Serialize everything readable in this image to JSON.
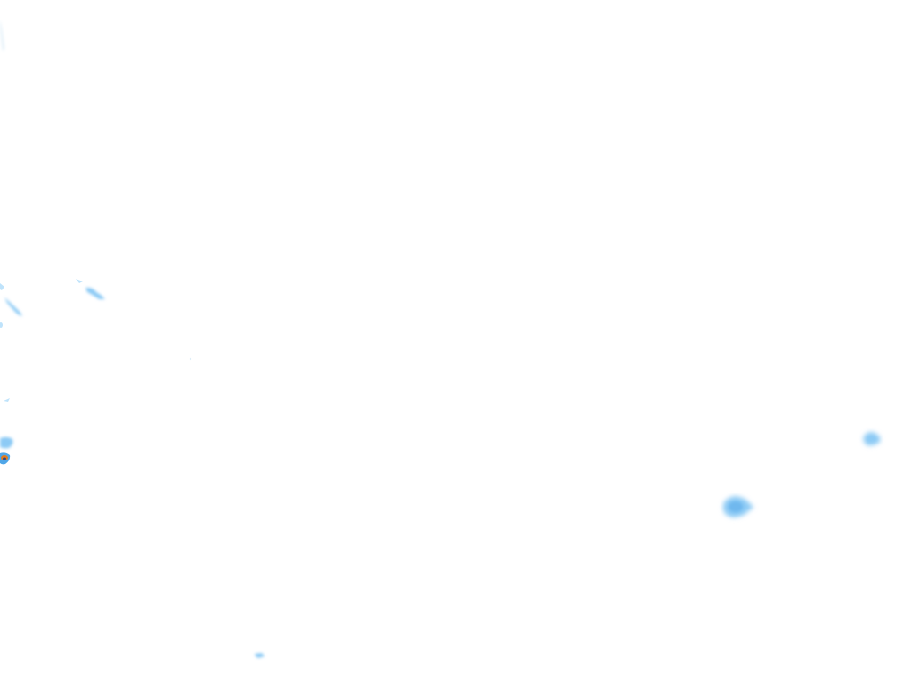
{
  "map": {
    "background_color": "#ffffff",
    "colors": {
      "light_precip": "#bfe3fb",
      "medium_precip": "#8ccaf5",
      "heavy_precip": "#4fa6e8",
      "intense_precip": "#e07b1f",
      "core": "#2a4a8a"
    },
    "cells": [
      {
        "name": "echo-top-left-edge",
        "intensity": "light"
      },
      {
        "name": "echo-northwest-streak",
        "intensity": "light"
      },
      {
        "name": "echo-west-band",
        "intensity": "light"
      },
      {
        "name": "echo-west-small-1",
        "intensity": "light"
      },
      {
        "name": "echo-west-small-2",
        "intensity": "light"
      },
      {
        "name": "echo-west-storm",
        "intensity": "intense"
      },
      {
        "name": "echo-southeast",
        "intensity": "medium"
      },
      {
        "name": "echo-east",
        "intensity": "medium"
      },
      {
        "name": "echo-south-small",
        "intensity": "light"
      },
      {
        "name": "echo-speck",
        "intensity": "light"
      }
    ]
  }
}
